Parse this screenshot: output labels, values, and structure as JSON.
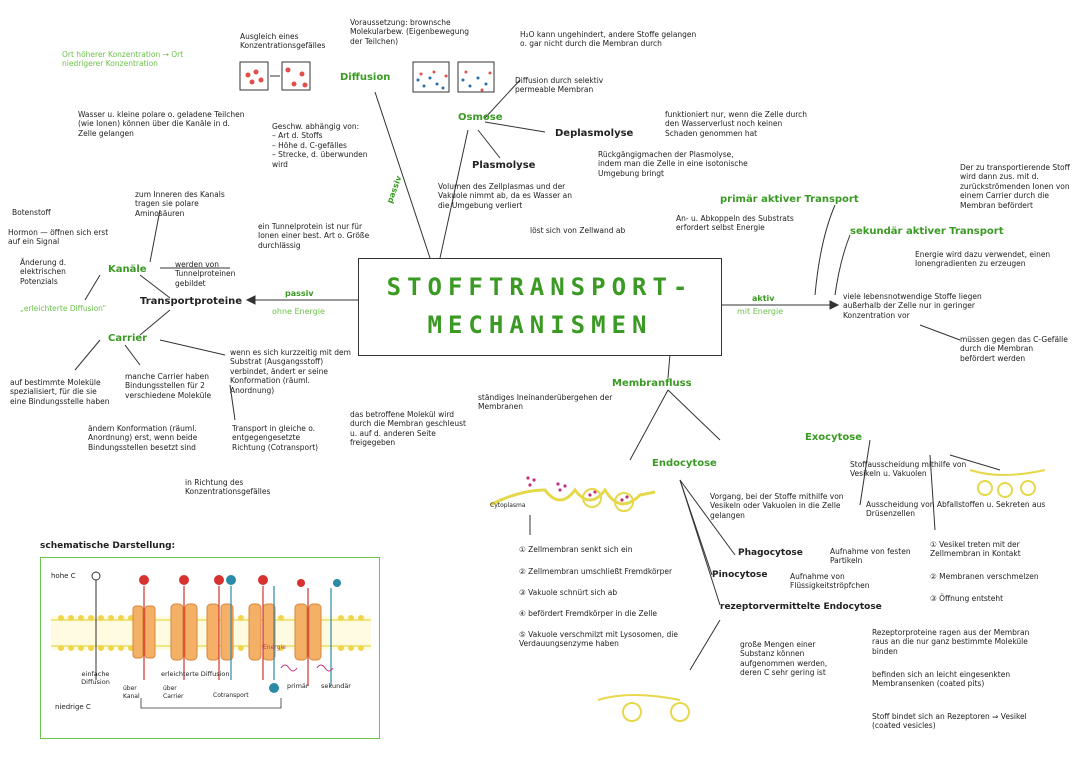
{
  "title": {
    "line1": "STOFFTRANSPORT-",
    "line2": "MECHANISMEN"
  },
  "left": {
    "passiv": "passiv",
    "ohne_energie": "ohne Energie",
    "transportproteine": "Transportproteine",
    "kanaele": "Kanäle",
    "carrier": "Carrier",
    "tunnelprotein": "ein Tunnelprotein ist nur für Ionen einer best. Art o. Größe durchlässig",
    "tunnelproteine": "werden von Tunnelproteinen gebildet",
    "inneren": "zum Inneren des Kanals tragen sie polare Aminosäuren",
    "wasser": "Wasser u. kleine polare o. geladene Teilchen (wie Ionen) können über die Kanäle in d. Zelle gelangen",
    "botenstoff": "Botenstoff",
    "hormon": "Hormon — öffnen sich erst auf ein Signal",
    "aenderung": "Änderung d. elektrischen Potenzials",
    "erleichterte": "„erleichterte Diffusion“",
    "carrier_kurzzeitig": "wenn es sich kurzzeitig mit dem Substrat (Ausgangsstoff) verbindet, ändert er seine Konformation (räuml. Anordnung)",
    "moleküle": "das betroffene Molekül wird durch die Membran geschleust u. auf d. anderen Seite freigegeben",
    "spezialisiert": "auf bestimmte Moleküle spezialisiert, für die sie eine Bindungsstelle haben",
    "manche_carrier": "manche Carrier haben Bindungsstellen für 2 verschiedene Moleküle",
    "aendern_konf": "ändern Konformation (räuml. Anordnung) erst, wenn beide Bindungsstellen besetzt sind",
    "cotransport": "Transport in gleiche o. entgegengesetzte Richtung (Cotransport)",
    "richtung": "in Richtung des Konzentrationsgefälles"
  },
  "top": {
    "diffusion": "Diffusion",
    "ausgleich": "Ausgleich eines Konzentrationsgefälles",
    "ort": "Ort höherer Konzentration → Ort niedrigerer Konzentration",
    "voraussetzung": "Voraussetzung: brownsche Molekularbew. (Eigenbewegung der Teilchen)",
    "geschw": "Geschw. abhängig von:\n– Art d. Stoffs\n– Höhe d. C-gefälles\n– Strecke, d. überwunden wird",
    "passiv_vert": "passiv",
    "osmose": "Osmose",
    "h2o": "H₂O kann ungehindert, andere Stoffe gelangen o. gar nicht durch die Membran durch",
    "diffusion_durch": "Diffusion durch selektiv permeable Membran",
    "deplasmolyse": "Deplasmolyse",
    "funktioniert": "funktioniert nur, wenn die Zelle durch den Wasserverlust noch keinen Schaden genommen hat",
    "rueckgaengig": "Rückgängigmachen der Plasmolyse, indem man die Zelle in eine isotonische Umgebung bringt",
    "plasmolyse": "Plasmolyse",
    "volumen": "Volumen des Zellplasmas und der Vakuole nimmt ab, da es Wasser an die Umgebung verliert",
    "loest": "löst sich von Zellwand ab"
  },
  "right": {
    "aktiv": "aktiv",
    "mit_energie": "mit Energie",
    "primaer": "primär aktiver Transport",
    "an_abkoppeln": "An- u. Abkoppeln des Substrats erfordert selbst Energie",
    "sekundaer": "sekundär aktiver Transport",
    "zu_transport": "Der zu transportierende Stoff wird dann zus. mit d. zurückströmenden Ionen von einem Carrier durch die Membran befördert",
    "energie_ionen": "Energie wird dazu verwendet, einen Ionengradienten zu erzeugen",
    "viele": "viele lebensnotwendige Stoffe liegen außerhalb der Zelle nur in geringer Konzentration vor",
    "muessen": "müssen gegen das C-Gefälle durch die Membran befördert werden"
  },
  "bottom": {
    "membranfluss": "Membranfluss",
    "staendiges": "ständiges Ineinanderübergehen der Membranen",
    "endocytose": "Endocytose",
    "exocytose": "Exocytose",
    "cytoplasma": "Cytoplasma",
    "vorgang": "Vorgang, bei der Stoffe mithilfe von Vesikeln oder Vakuolen in die Zelle gelangen",
    "steps": [
      "Zellmembran senkt sich ein",
      "Zellmembran umschließt Fremdkörper",
      "Vakuole schnürt sich ab",
      "befördert Fremdkörper in die Zelle",
      "Vakuole verschmilzt mit Lysosomen, die Verdauungsenzyme haben"
    ],
    "phagocytose": "Phagocytose",
    "phago_desc": "Aufnahme von festen Partikeln",
    "pinocytose": "Pinocytose",
    "pino_desc": "Aufnahme von Flüssigkeitströpfchen",
    "rezeptor": "rezeptorvermittelte Endocytose",
    "grosse_mengen": "große Mengen einer Substanz können aufgenommen werden, deren C sehr gering ist",
    "rezeptorproteine": "Rezeptorproteine ragen aus der Membran raus an die nur ganz bestimmte Moleküle binden",
    "befinden": "befinden sich an leicht eingesenkten Membransenken (coated pits)",
    "stoff_bindet": "Stoff bindet sich an Rezeptoren ⇒ Vesikel (coated vesicles)",
    "stoffausscheidung": "Stoffausscheidung mithilfe von Vesikeln u. Vakuolen",
    "ausscheidung": "Ausscheidung von Abfallstoffen u. Sekreten aus Drüsenzellen",
    "exo_steps": [
      "Vesikel treten mit der Zellmembran in Kontakt",
      "Membranen verschmelzen",
      "Öffnung entsteht"
    ]
  },
  "scheme": {
    "title": "schematische Darstellung:",
    "hohe_c": "hohe C",
    "niedrige_c": "niedrige C",
    "einfache": "einfache Diffusion",
    "erleichterte": "erleichterte Diffusion",
    "ueber_kanal": "über Kanal",
    "ueber_carrier": "über Carrier",
    "cotransport": "Cotransport",
    "energie": "Energie",
    "primaer": "primär",
    "sekundaer": "sekundär"
  },
  "colors": {
    "green": "#6cc24a",
    "dark_green": "#3a9a23",
    "orange": "#e08a1e",
    "blue": "#2a6fa8"
  }
}
